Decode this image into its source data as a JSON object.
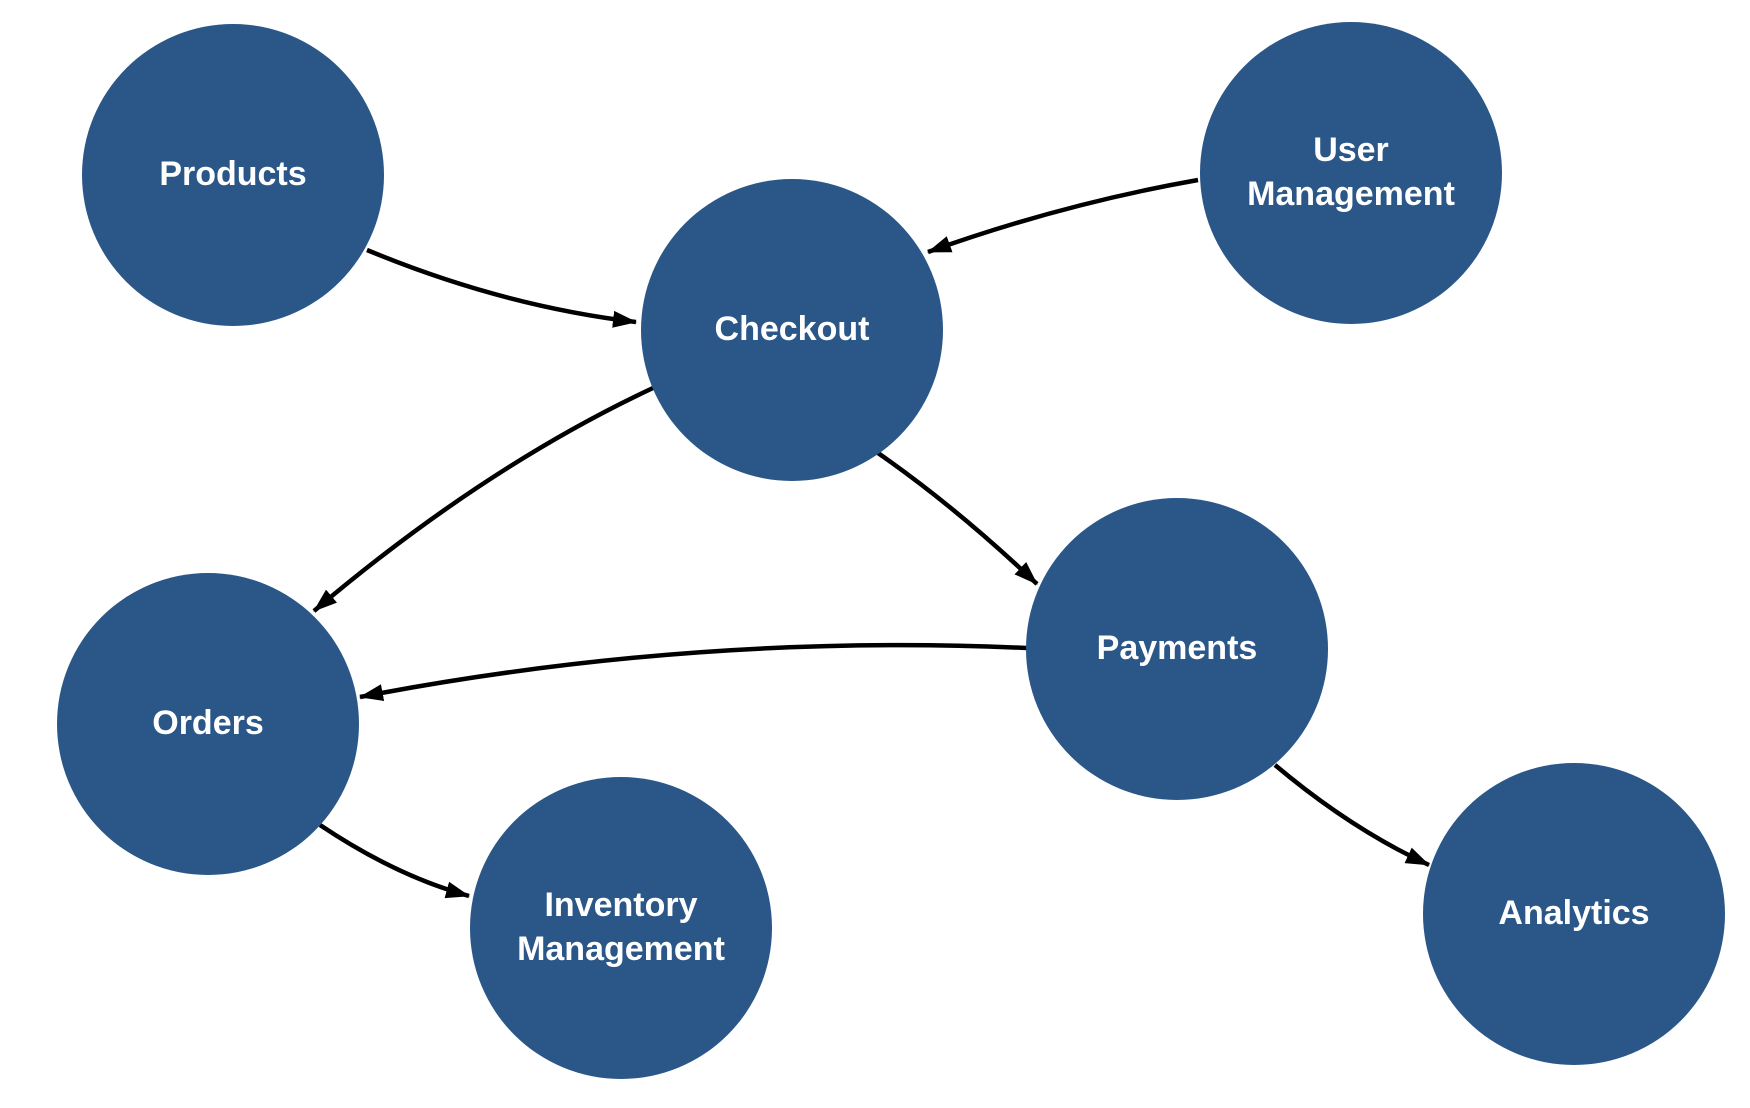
{
  "diagram": {
    "type": "directed-graph",
    "nodes": [
      {
        "id": "products",
        "label": "Products"
      },
      {
        "id": "user-management",
        "label": "User Management"
      },
      {
        "id": "checkout",
        "label": "Checkout"
      },
      {
        "id": "orders",
        "label": "Orders"
      },
      {
        "id": "payments",
        "label": "Payments"
      },
      {
        "id": "inventory-management",
        "label": "Inventory Management"
      },
      {
        "id": "analytics",
        "label": "Analytics"
      }
    ],
    "edges": [
      {
        "from": "Products",
        "to": "Checkout"
      },
      {
        "from": "User Management",
        "to": "Checkout"
      },
      {
        "from": "Checkout",
        "to": "Orders"
      },
      {
        "from": "Checkout",
        "to": "Payments"
      },
      {
        "from": "Payments",
        "to": "Orders"
      },
      {
        "from": "Orders",
        "to": "Inventory Management"
      },
      {
        "from": "Payments",
        "to": "Analytics"
      }
    ],
    "colors": {
      "node_fill": "#2a5788",
      "node_text": "#ffffff",
      "edge_stroke": "#000000",
      "background": "#ffffff"
    }
  }
}
